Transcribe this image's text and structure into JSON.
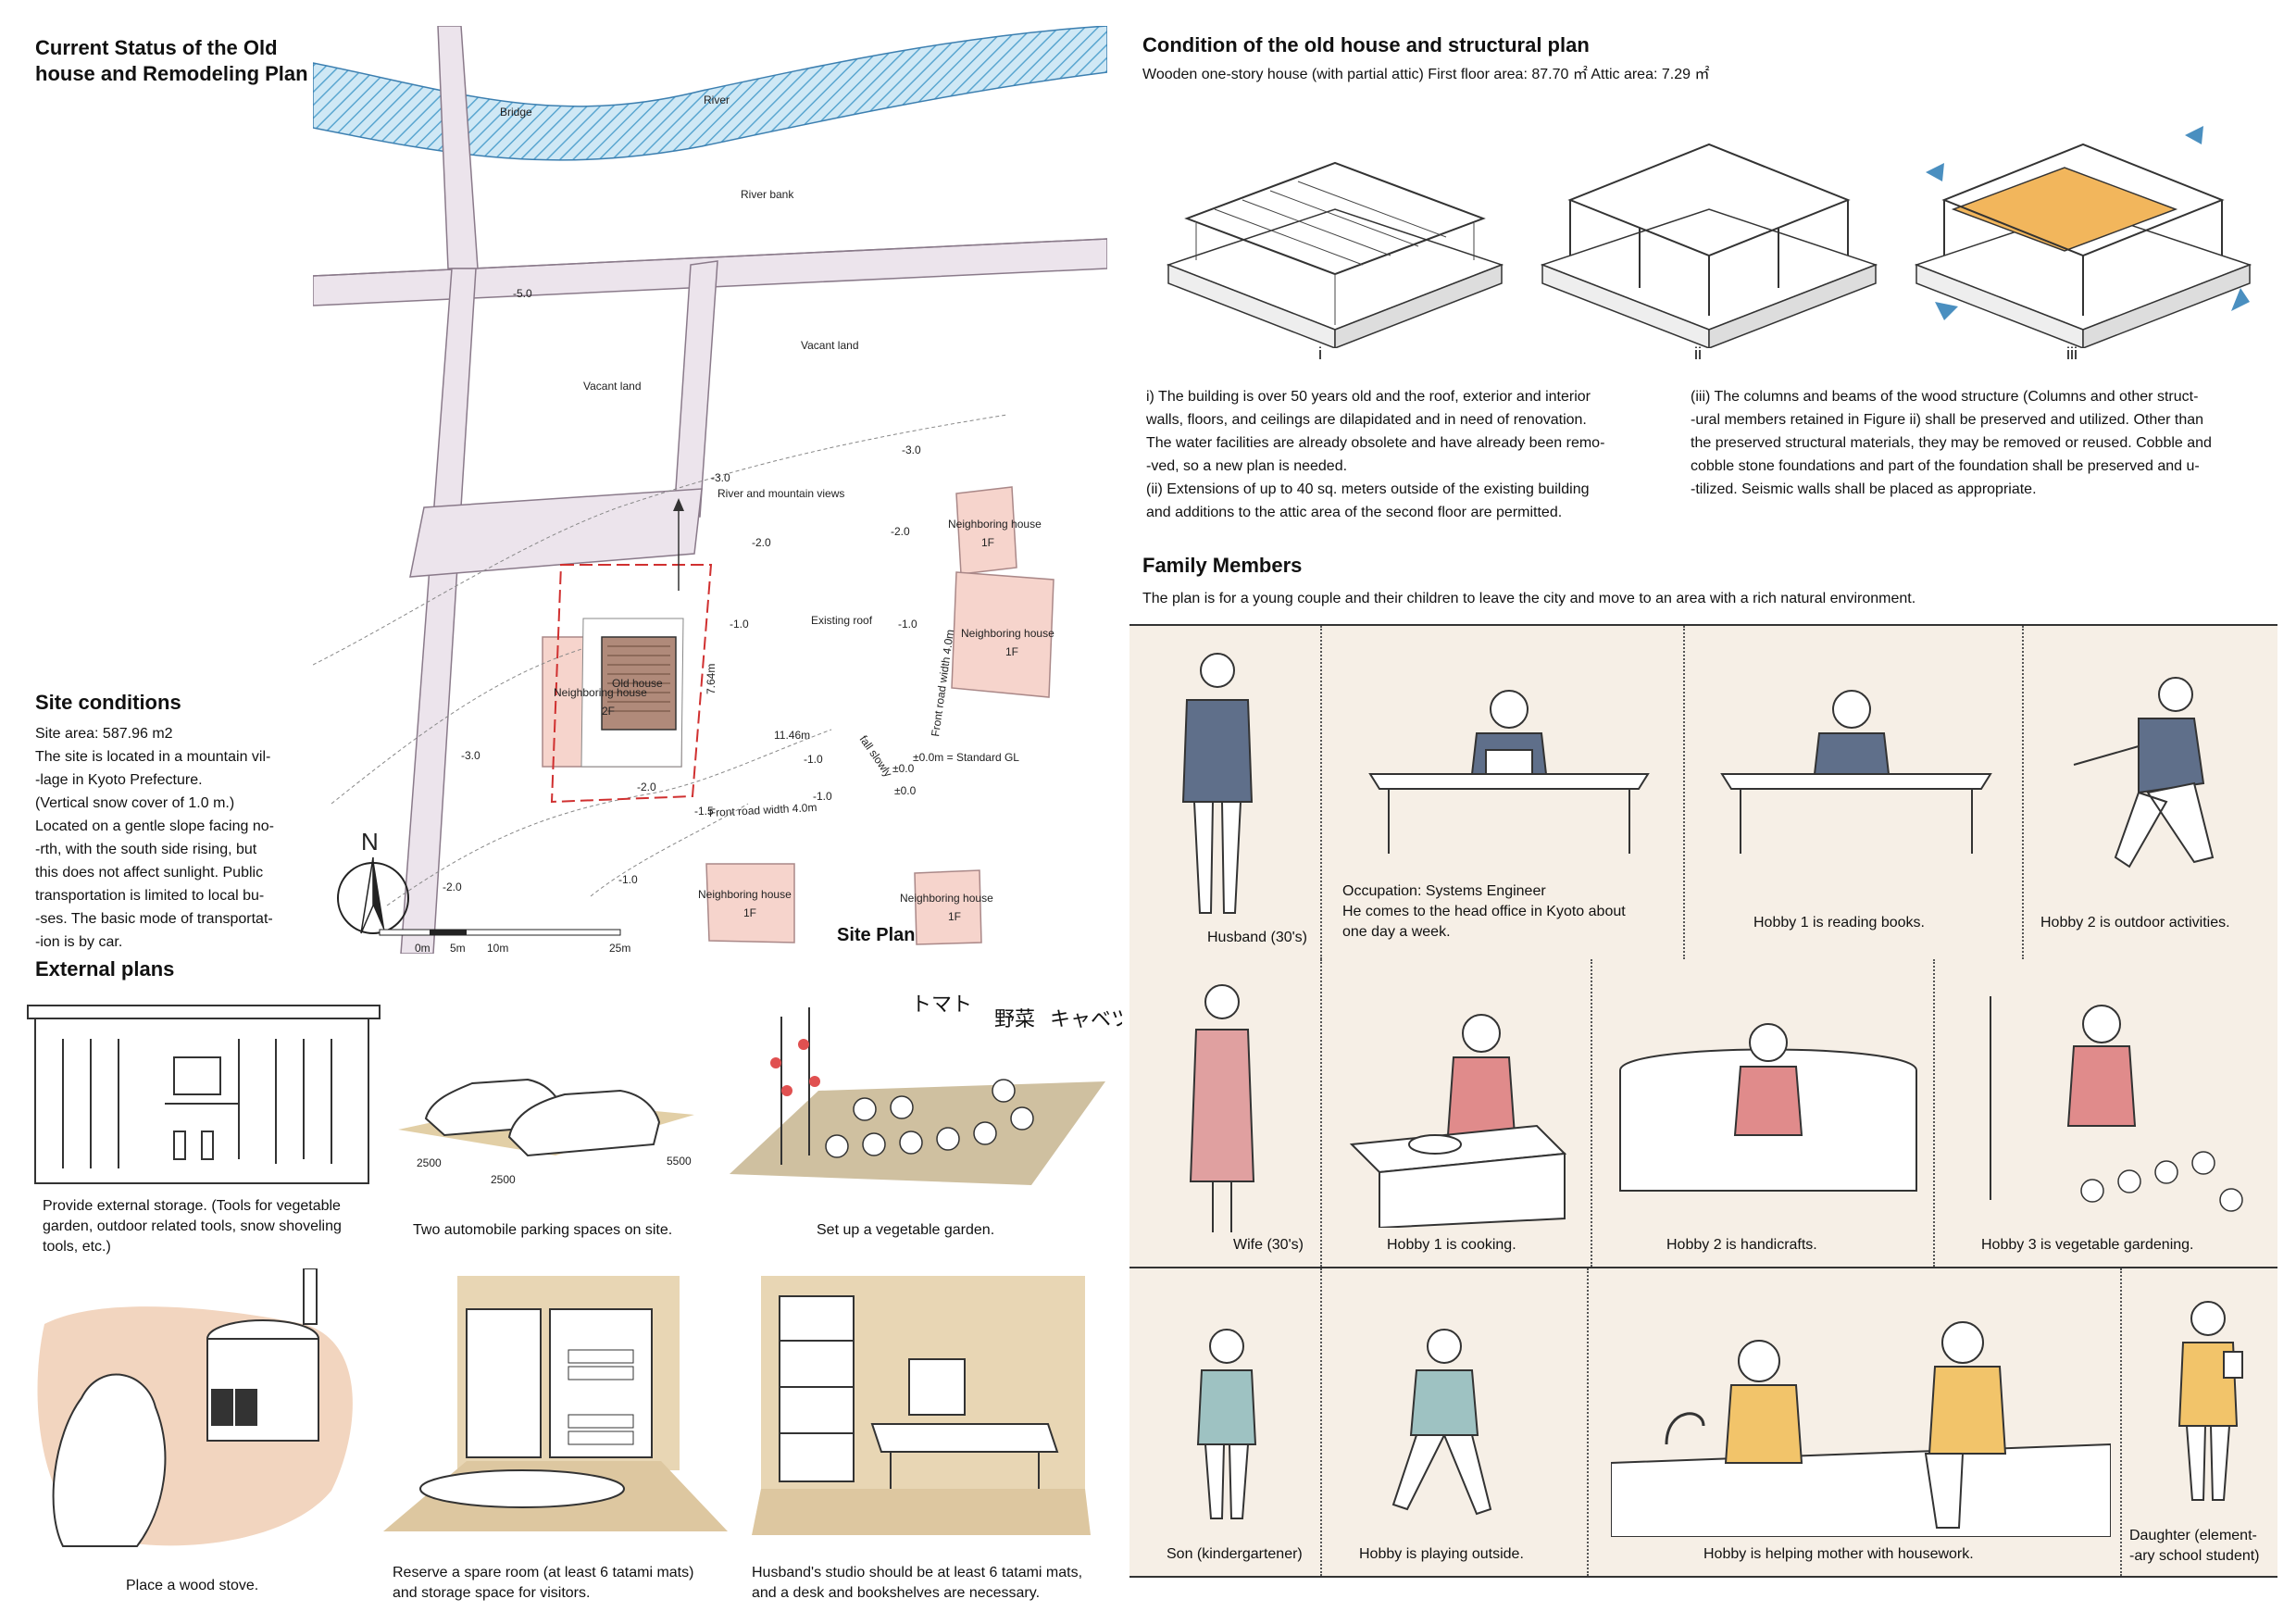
{
  "left": {
    "title_line1": "Current Status of the Old",
    "title_line2": "house and Remodeling Plan",
    "map": {
      "river": "River",
      "bridge": "Bridge",
      "river_bank": "River bank",
      "vacant_land_1": "Vacant land",
      "vacant_land_2": "Vacant land",
      "river_views": "River and mountain views",
      "existing_roof": "Existing roof",
      "old_house": "Old house",
      "dim_width": "11.46m",
      "dim_depth": "7.64m",
      "fall_slowly": "fall slowly",
      "front_road_bottom": "Front road width 4.0m",
      "front_road_right": "Front road width 4.0m",
      "standard_gl": "±0.0m = Standard GL",
      "neighbor_2f": "Neighboring house",
      "neighbor_2f_floor": "2F",
      "neighbor_a": "Neighboring house",
      "neighbor_a_floor": "1F",
      "neighbor_b": "Neighboring house",
      "neighbor_b_floor": "1F",
      "neighbor_c": "Neighboring house",
      "neighbor_c_floor": "1F",
      "neighbor_d": "Neighboring house",
      "neighbor_d_floor": "1F",
      "levels": [
        "-5.0",
        "-3.0",
        "-3.0",
        "-2.0",
        "-2.0",
        "-1.0",
        "-1.0",
        "-1.0",
        "-1.0",
        "-1.5",
        "-2.0",
        "-3.0",
        "-2.0",
        "-1.0",
        "±0.0",
        "±0.0"
      ],
      "north": "N",
      "scale_labels": [
        "0m",
        "5m",
        "10m",
        "25m"
      ],
      "site_plan_label": "Site Plan"
    },
    "site_conditions": {
      "heading": "Site conditions",
      "lines": [
        "Site area: 587.96 m2",
        "The site is located in a mountain vil-",
        "-lage in Kyoto Prefecture.",
        "(Vertical snow cover of 1.0 m.)",
        "Located on a gentle slope facing no-",
        "-rth, with the south side rising, but",
        "this does not affect sunlight. Public",
        "transportation is limited to local bu-",
        "-ses. The basic mode of transportat-",
        "-ion is by car."
      ]
    },
    "external": {
      "heading": "External plans",
      "storage_caption": [
        "Provide external storage. (Tools for vegetable",
        "garden, outdoor related tools, snow shoveling",
        "tools, etc.)"
      ],
      "parking_caption": "Two  automobile parking spaces on site.",
      "parking_dims": [
        "2500",
        "2500",
        "5500"
      ],
      "garden_caption": "Set up a vegetable garden.",
      "garden_labels": [
        "トマト",
        "野菜",
        "キャベツ"
      ],
      "stove_caption": "Place a wood stove.",
      "spare_caption": [
        "Reserve a spare room (at least 6 tatami mats)",
        "and storage space for visitors."
      ],
      "studio_caption": [
        "Husband's studio should be at least 6 tatami mats,",
        "and a desk and bookshelves are necessary."
      ]
    }
  },
  "right": {
    "title": "Condition of the old house and structural plan",
    "subtitle": "Wooden one-story house (with partial attic)  First floor area: 87.70 ㎡ Attic area: 7.29 ㎡",
    "fig_labels": [
      "i",
      "ii",
      "iii"
    ],
    "text_left": [
      "i) The building is over 50 years old and the roof, exterior and interior",
      "walls, floors, and ceilings are dilapidated and in need of renovation.",
      "The water facilities are already obsolete and have already been remo-",
      "-ved, so a new plan is needed.",
      "(ii) Extensions of up to 40 sq. meters outside of the existing building",
      "and additions to the attic area of the second floor are permitted."
    ],
    "text_right": [
      "(iii) The columns and beams of the wood structure (Columns and other struct-",
      "-ural members retained in Figure ii) shall be preserved and utilized. Other than",
      "the preserved structural materials, they may be removed or reused. Cobble and",
      "cobble stone foundations and part of the foundation shall be preserved and u-",
      "-tilized. Seismic walls shall be placed as appropriate."
    ],
    "family": {
      "heading": "Family Members",
      "intro": "The plan is for a young couple and their children to leave the city and move to an area with a rich natural environment.",
      "row1": {
        "husband": "Husband (30's)",
        "occupation": [
          "Occupation: Systems Engineer",
          "He comes to the head office in Kyoto about",
          "one day a week."
        ],
        "hobby1": "Hobby 1 is reading books.",
        "hobby2": "Hobby 2 is outdoor activities."
      },
      "row2": {
        "wife": "Wife (30's)",
        "hobby1": "Hobby 1 is cooking.",
        "hobby2": "Hobby 2 is handicrafts.",
        "hobby3": "Hobby 3 is vegetable gardening."
      },
      "row3": {
        "son": "Son (kindergartener)",
        "son_hobby": "Hobby is playing outside.",
        "help": "Hobby is helping mother with housework.",
        "daughter": [
          "Daughter (element-",
          "-ary school student)"
        ]
      }
    }
  },
  "colors": {
    "road": "#ece4ec",
    "river": "#bfe0f0",
    "neighbor": "#f6d4cc",
    "panel": "#f6efe6",
    "highlight": "#f2b65c",
    "arrow": "#4a8fc0",
    "boundary": "#d03030"
  }
}
